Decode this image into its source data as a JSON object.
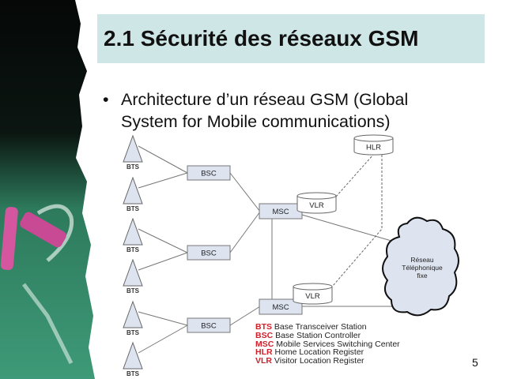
{
  "title": "2.1 Sécurité des réseaux GSM",
  "bullet": {
    "marker": "•",
    "text": "Architecture d’un réseau GSM (Global System for Mobile communications)"
  },
  "diagram": {
    "bts_label": "BTS",
    "bsc_label": "BSC",
    "msc_label": "MSC",
    "vlr_label": "VLR",
    "hlr_label": "HLR",
    "cloud_lines": [
      "Réseau",
      "Téléphonique",
      "fixe"
    ]
  },
  "legend": [
    {
      "abbr": "BTS",
      "desc": "Base Transceiver Station"
    },
    {
      "abbr": "BSC",
      "desc": "Base Station Controller"
    },
    {
      "abbr": "MSC",
      "desc": "Mobile Services Switching Center"
    },
    {
      "abbr": "HLR",
      "desc": "Home Location Register"
    },
    {
      "abbr": "VLR",
      "desc": "Visitor Location Register"
    }
  ],
  "page_number": "5",
  "colors": {
    "title_bg": "#cfe6e7",
    "box_fill": "#dde4f0",
    "legend_abbr": "#d0202a"
  }
}
